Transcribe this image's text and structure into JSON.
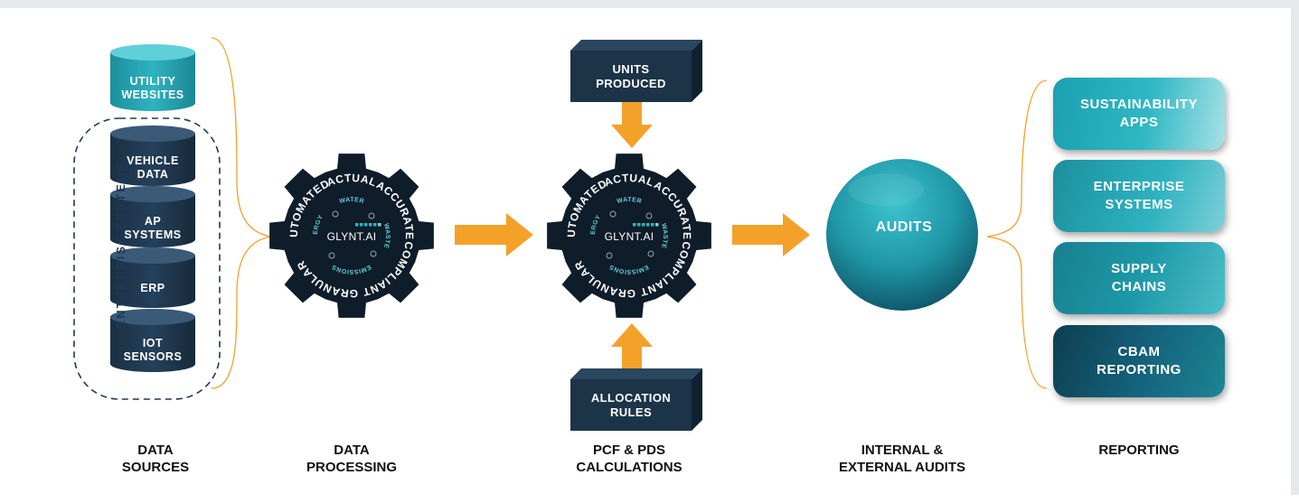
{
  "data_sources": {
    "utility": [
      "UTILITY",
      "WEBSITES"
    ],
    "enterprise_label": "ENTERPRISE SYSTEMS",
    "vehicle": [
      "VEHICLE",
      "DATA"
    ],
    "ap": [
      "AP",
      "SYSTEMS"
    ],
    "erp": [
      "ERP"
    ],
    "iot": [
      "IOT",
      "SENSORS"
    ]
  },
  "gear": {
    "logo": "GLYNT.AI",
    "outer_words": [
      "ACTUAL",
      "ACCURATE",
      "COMPLIANT",
      "GRANULAR",
      "AUTOMATED"
    ],
    "inner_words": [
      "WATER",
      "WASTE",
      "EMISSIONS",
      "ENERGY"
    ]
  },
  "inputs": {
    "units": [
      "UNITS",
      "PRODUCED"
    ],
    "allocation": [
      "ALLOCATION",
      "RULES"
    ]
  },
  "audits": {
    "label": "AUDITS"
  },
  "reporting": {
    "items": [
      [
        "SUSTAINABILITY",
        "APPS"
      ],
      [
        "ENTERPRISE",
        "SYSTEMS"
      ],
      [
        "SUPPLY",
        "CHAINS"
      ],
      [
        "CBAM",
        "REPORTING"
      ]
    ]
  },
  "captions": [
    [
      "DATA",
      "SOURCES"
    ],
    [
      "DATA",
      "PROCESSING"
    ],
    [
      "PCF & PDS",
      "CALCULATIONS"
    ],
    [
      "INTERNAL &",
      "EXTERNAL AUDITS"
    ],
    [
      "REPORTING"
    ]
  ],
  "colors": {
    "navy": "#1d3448",
    "navy_dark": "#11222f",
    "orange": "#f4a12a",
    "teal": "#2fb3c0",
    "gear": "#0f1c2a"
  }
}
